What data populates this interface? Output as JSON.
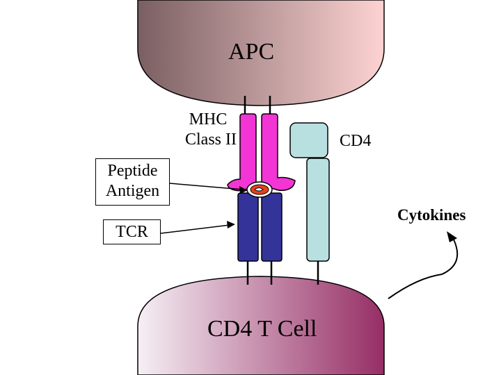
{
  "labels": {
    "apc": "APC",
    "t_cell": "CD4 T Cell",
    "mhc_line1": "MHC",
    "mhc_line2": "Class II",
    "cd4": "CD4",
    "peptide_line1": "Peptide",
    "peptide_line2": "Antigen",
    "tcr": "TCR",
    "cytokines": "Cytokines"
  },
  "colors": {
    "apc_gradient": [
      "#7a5f62",
      "#fdd3d2"
    ],
    "t_cell_gradient": [
      "#f6eff4",
      "#962e65"
    ],
    "mhc": "#f235d4",
    "tcr": "#33339a",
    "cd4": "#b8e0e0",
    "peptide": "#e8401e"
  }
}
